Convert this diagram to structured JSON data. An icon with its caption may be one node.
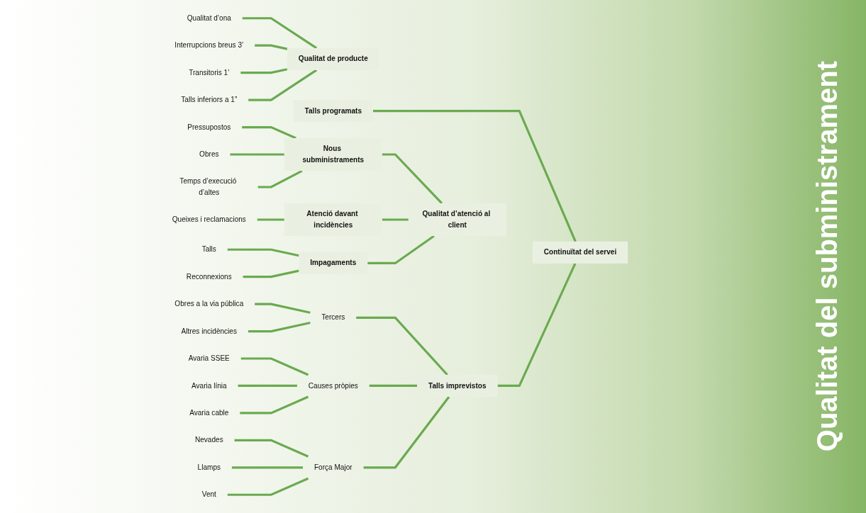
{
  "diagram": {
    "title": "Qualitat del subministrament",
    "nodes": [
      {
        "text": [
          "Qualitat d’ona"
        ]
      },
      {
        "text": [
          "Interrupcions breus 3’"
        ]
      },
      {
        "text": [
          "Transitoris 1’"
        ]
      },
      {
        "text": [
          "Talls inferiors a 1”"
        ]
      },
      {
        "text": [
          "Qualitat de producte"
        ]
      },
      {
        "text": [
          "Obres a la via pública"
        ]
      },
      {
        "text": [
          "Altres incidències"
        ]
      },
      {
        "text": [
          "Tercers"
        ]
      },
      {
        "text": [
          "Talls programats"
        ]
      },
      {
        "text": [
          "Continuïtat del servei"
        ]
      },
      {
        "text": [
          "Avaria SSEE"
        ]
      },
      {
        "text": [
          "Avaria línia"
        ]
      },
      {
        "text": [
          "Avaria cable"
        ]
      },
      {
        "text": [
          "Causes pròpies"
        ]
      },
      {
        "text": [
          "Talls imprevistos"
        ]
      },
      {
        "text": [
          "Nevades"
        ]
      },
      {
        "text": [
          "Llamps"
        ]
      },
      {
        "text": [
          "Vent"
        ]
      },
      {
        "text": [
          "Força Major"
        ]
      },
      {
        "text": [
          "Pressupostos"
        ]
      },
      {
        "text": [
          "Obres"
        ]
      },
      {
        "text": [
          "Temps d’execució d’altes"
        ]
      },
      {
        "text": [
          "Nous subministraments"
        ]
      },
      {
        "text": [
          "Queixes i reclamacions"
        ]
      },
      {
        "text": [
          "Atenció davant incidències"
        ]
      },
      {
        "text": [
          "Talls"
        ]
      },
      {
        "text": [
          "Reconnexions"
        ]
      },
      {
        "text": [
          "Impagaments"
        ]
      },
      {
        "text": [
          "Qualitat d’atenció al client"
        ]
      }
    ],
    "edges": [
      {
        "from": 0,
        "to": 4,
        "arrow": "none"
      },
      {
        "from": 1,
        "to": 4,
        "arrow": "none"
      },
      {
        "from": 2,
        "to": 4,
        "arrow": "none"
      },
      {
        "from": 3,
        "to": 4,
        "arrow": "none"
      },
      {
        "from": 5,
        "to": 7,
        "arrow": "none"
      },
      {
        "from": 6,
        "to": 7,
        "arrow": "none"
      },
      {
        "from": 10,
        "to": 13,
        "arrow": "none"
      },
      {
        "from": 11,
        "to": 13,
        "arrow": "none"
      },
      {
        "from": 12,
        "to": 13,
        "arrow": "none"
      },
      {
        "from": 15,
        "to": 18,
        "arrow": "none"
      },
      {
        "from": 16,
        "to": 18,
        "arrow": "none"
      },
      {
        "from": 17,
        "to": 18,
        "arrow": "none"
      },
      {
        "from": 7,
        "to": 14,
        "arrow": "none"
      },
      {
        "from": 13,
        "to": 14,
        "arrow": "none"
      },
      {
        "from": 18,
        "to": 14,
        "arrow": "none"
      },
      {
        "from": 8,
        "to": 9,
        "arrow": "none"
      },
      {
        "from": 14,
        "to": 9,
        "arrow": "none"
      },
      {
        "from": 19,
        "to": 22,
        "arrow": "none"
      },
      {
        "from": 20,
        "to": 22,
        "arrow": "none"
      },
      {
        "from": 21,
        "to": 22,
        "arrow": "none"
      },
      {
        "from": 23,
        "to": 24,
        "arrow": "none"
      },
      {
        "from": 25,
        "to": 27,
        "arrow": "none"
      },
      {
        "from": 26,
        "to": 27,
        "arrow": "none"
      },
      {
        "from": 22,
        "to": 28,
        "arrow": "none"
      },
      {
        "from": 24,
        "to": 28,
        "arrow": "none"
      },
      {
        "from": 27,
        "to": 28,
        "arrow": "none"
      }
    ]
  }
}
